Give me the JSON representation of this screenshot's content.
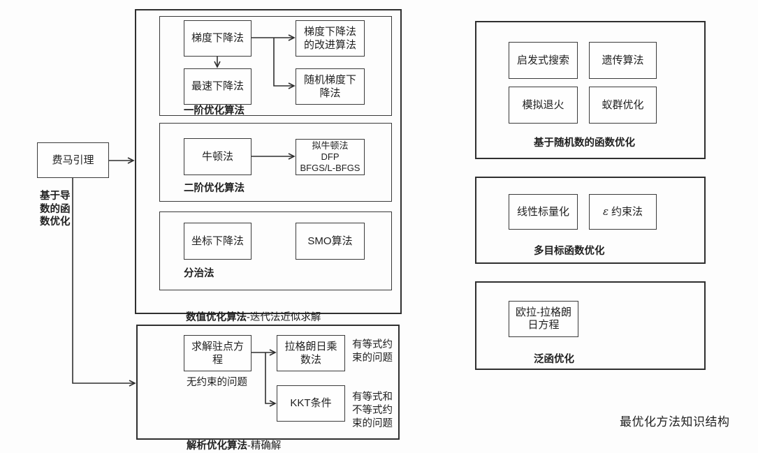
{
  "main_title": "最优化方法知识结构",
  "left": {
    "fermat": "费马引理",
    "derivative_label": "基于导\n数的函\n数优化"
  },
  "numerical": {
    "label_bold": "数值优化算法",
    "label_rest": "-迭代法近似求解",
    "first_order": {
      "label": "一阶优化算法",
      "gradient_descent": "梯度下降法",
      "improved_gd": "梯度下降法\n的改进算法",
      "steepest_descent": "最速下降法",
      "stochastic_gd": "随机梯度下\n降法"
    },
    "second_order": {
      "label": "二阶优化算法",
      "newton": "牛顿法",
      "quasi_newton": "拟牛顿法\nDFP\nBFGS/L-BFGS"
    },
    "divide_conquer": {
      "label": "分治法",
      "coordinate_descent": "坐标下降法",
      "smo": "SMO算法"
    }
  },
  "analytical": {
    "label_bold": "解析优化算法",
    "label_rest": "-精确解",
    "stationary": "求解驻点方\n程",
    "unconstrained_note": "无约束的问题",
    "lagrange": "拉格朗日乘\n数法",
    "equality_note": "有等式约\n束的问题",
    "kkt": "KKT条件",
    "mixed_note": "有等式和\n不等式约\n束的问题"
  },
  "random": {
    "label": "基于随机数的函数优化",
    "heuristic_search": "启发式搜索",
    "genetic_algorithm": "遗传算法",
    "simulated_annealing": "模拟退火",
    "ant_colony": "蚁群优化"
  },
  "multi_objective": {
    "label": "多目标函数优化",
    "linear_scalarization": "线性标量化",
    "epsilon": "ε",
    "constraint_method": "约束法"
  },
  "functional": {
    "label": "泛函优化",
    "euler_lagrange": "欧拉-拉格朗\n日方程"
  },
  "colors": {
    "line": "#2f2f2f",
    "text": "#1f1f1f",
    "background": "#fdfdfd"
  }
}
